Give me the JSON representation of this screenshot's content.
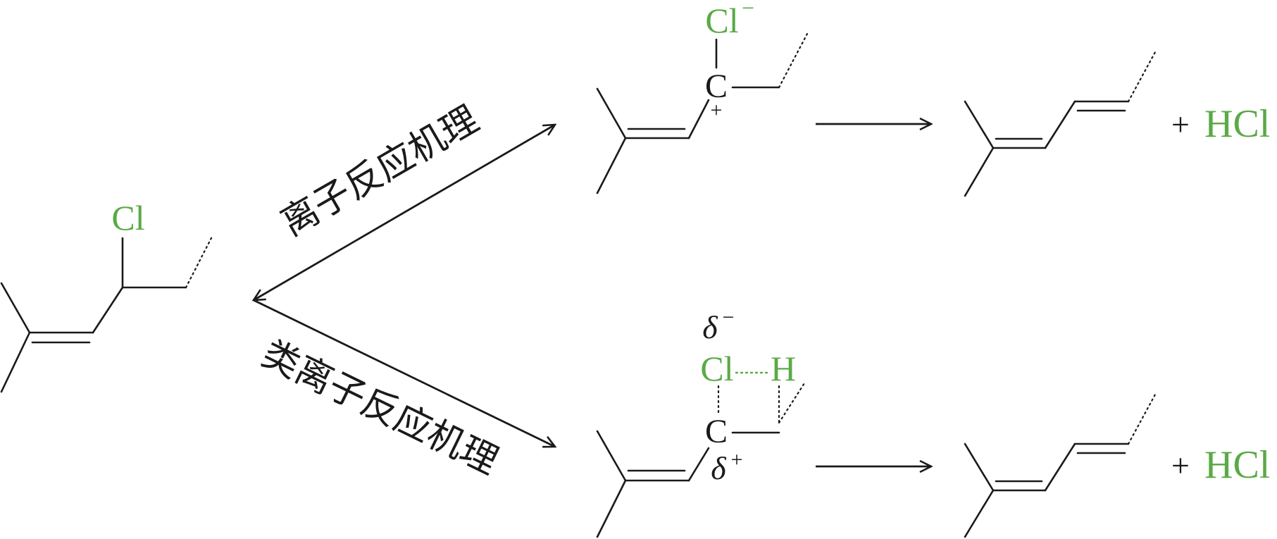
{
  "colors": {
    "bond": "#1a1a1a",
    "chlorine": "#5aaa46"
  },
  "atoms": {
    "reactant_cl": "Cl",
    "top_cl": "Cl",
    "top_cl_charge": "−",
    "top_carbon": "C",
    "top_carbon_charge": "+",
    "bottom_delta_minus": "δ",
    "bottom_delta_minus_sign": "−",
    "bottom_cl": "Cl",
    "bottom_h": "H",
    "bottom_carbon": "C",
    "bottom_delta_plus": "δ",
    "bottom_delta_plus_sign": "+"
  },
  "labels": {
    "ionic_mechanism": "离子反应机理",
    "ion_like_mechanism": "类离子反应机理"
  },
  "products": {
    "top_plus": "+",
    "top_hcl": "HCl",
    "bottom_plus": "+",
    "bottom_hcl": "HCl"
  }
}
